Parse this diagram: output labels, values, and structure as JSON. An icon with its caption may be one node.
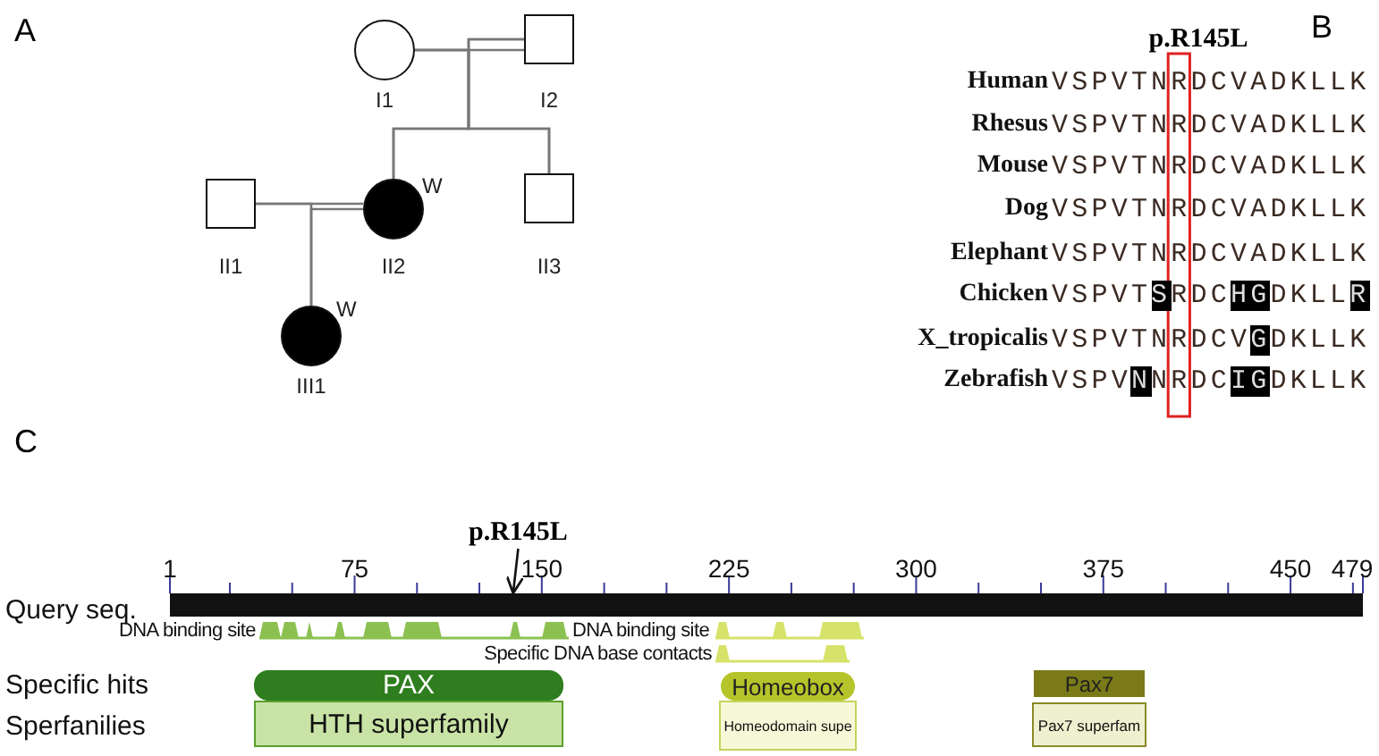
{
  "diagram": {
    "nodes": [
      {
        "text": [
          "I1"
        ]
      },
      {
        "text": [
          "I2"
        ]
      },
      {
        "text": [
          "II1"
        ]
      },
      {
        "text": [
          "II2"
        ],
        "beside": [
          "W"
        ]
      },
      {
        "text": [
          "II3"
        ]
      },
      {
        "text": [
          "III1"
        ],
        "beside": [
          "W"
        ]
      },
      {
        "text": [
          "p.R145L"
        ]
      },
      {
        "text": [],
        "shape": "bar"
      },
      {
        "text": [
          "PAX"
        ]
      },
      {
        "text": [
          "Homeobox"
        ]
      },
      {
        "text": [
          "Pax7"
        ]
      },
      {
        "text": [
          "HTH superfamily"
        ]
      },
      {
        "text": [
          "Homeodomain supe"
        ]
      },
      {
        "text": [
          "Pax7 superfam"
        ]
      }
    ],
    "edges": [
      {
        "from": 0,
        "to": 1,
        "arrow": "none"
      },
      {
        "from": 0,
        "to": 3,
        "arrow": "none"
      },
      {
        "from": 1,
        "to": 3,
        "arrow": "none"
      },
      {
        "from": 0,
        "to": 4,
        "arrow": "none"
      },
      {
        "from": 1,
        "to": 4,
        "arrow": "none"
      },
      {
        "from": 2,
        "to": 3,
        "arrow": "none"
      },
      {
        "from": 2,
        "to": 5,
        "arrow": "none"
      },
      {
        "from": 3,
        "to": 5,
        "arrow": "none"
      },
      {
        "from": 6,
        "to": 7,
        "arrow": "to",
        "color": "#111111"
      }
    ],
    "labels": [
      "A",
      "B",
      "p.R145L",
      "Human",
      "VSPVTNRDCVADKLLK",
      "Rhesus",
      "VSPVTNRDCVADKLLK",
      "Mouse",
      "VSPVTNRDCVADKLLK",
      "Dog",
      "VSPVTNRDCVADKLLK",
      "Elephant",
      "VSPVTNRDCVADKLLK",
      "Chicken",
      "VSPVTSRDCHGDKLLR",
      "X_tropicalis",
      "VSPVTNRDCVGDKLLK",
      "Zebrafish",
      "VSPVNNRDCIGDKLLK",
      "C",
      "1",
      "75",
      "150",
      "225",
      "300",
      "375",
      "450",
      "479",
      "Query seq.",
      "DNA binding site",
      "DNA binding site",
      "Specific DNA base contacts",
      "Specific hits",
      "Sperfanilies"
    ]
  }
}
